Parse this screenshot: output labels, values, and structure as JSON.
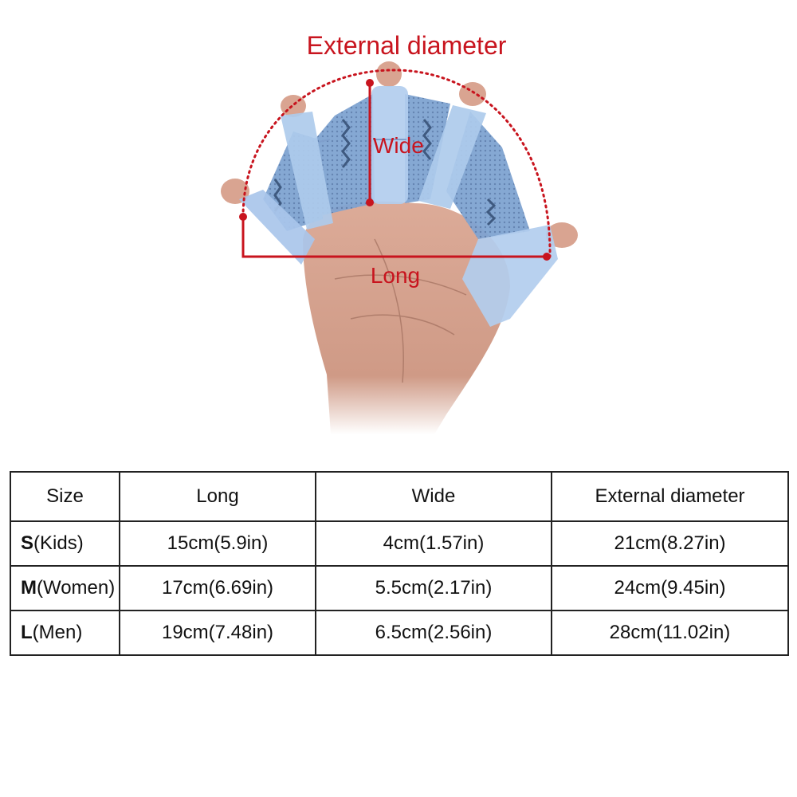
{
  "annotations": {
    "external_diameter": "External diameter",
    "wide": "Wide",
    "long": "Long"
  },
  "colors": {
    "annotation": "#c8141e",
    "fin": "#8fb4de",
    "skin": "#d9a491"
  },
  "table": {
    "headers": [
      "Size",
      "Long",
      "Wide",
      "External diameter"
    ],
    "rows": [
      {
        "size_letter": "S",
        "size_rest": "(Kids)",
        "long": "15cm(5.9in)",
        "wide": "4cm(1.57in)",
        "external_diameter": "21cm(8.27in)"
      },
      {
        "size_letter": "M",
        "size_rest": "(Women)",
        "long": "17cm(6.69in)",
        "wide": "5.5cm(2.17in)",
        "external_diameter": "24cm(9.45in)"
      },
      {
        "size_letter": "L",
        "size_rest": "(Men)",
        "long": "19cm(7.48in)",
        "wide": "6.5cm(2.56in)",
        "external_diameter": "28cm(11.02in)"
      }
    ]
  }
}
